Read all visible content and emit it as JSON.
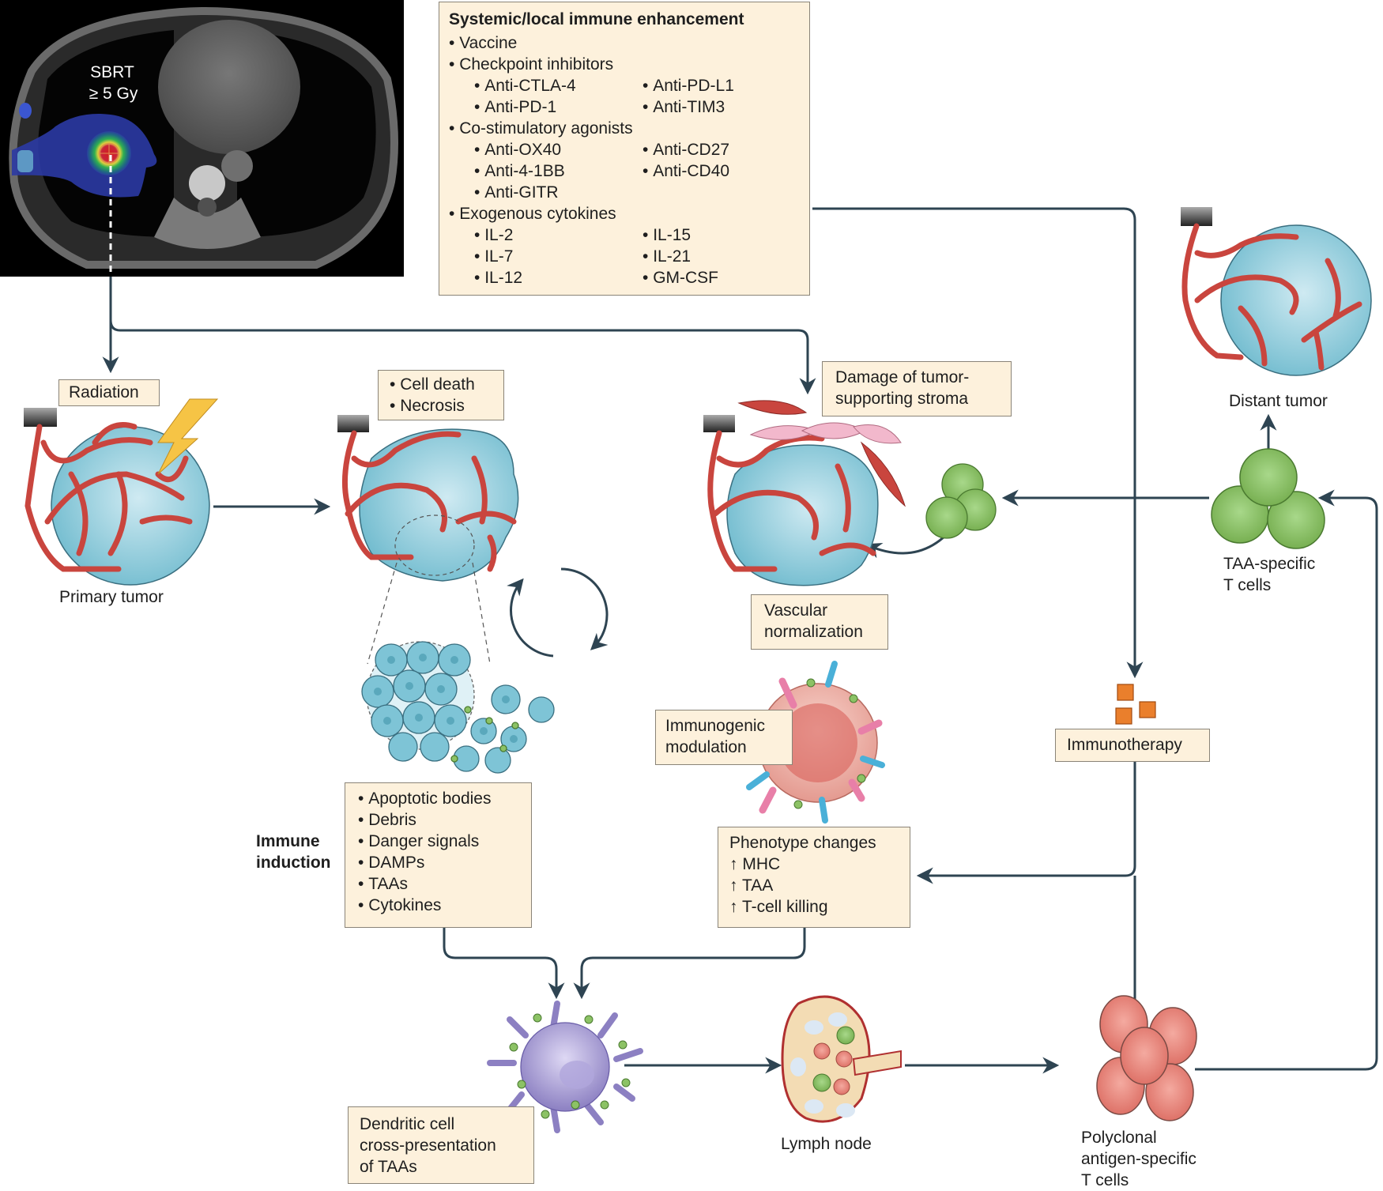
{
  "ct_scan": {
    "label_line1": "SBRT",
    "label_line2": "≥ 5 Gy"
  },
  "enhancement_box": {
    "title": "Systemic/local immune enhancement",
    "items": [
      {
        "label": "Vaccine",
        "sub": []
      },
      {
        "label": "Checkpoint inhibitors",
        "sub": [
          "Anti-CTLA-4",
          "Anti-PD-L1",
          "Anti-PD-1",
          "Anti-TIM3"
        ]
      },
      {
        "label": "Co-stimulatory agonists",
        "sub": [
          "Anti-OX40",
          "Anti-CD27",
          "Anti-4-1BB",
          "Anti-CD40",
          "Anti-GITR"
        ]
      },
      {
        "label": "Exogenous cytokines",
        "sub": [
          "IL-2",
          "IL-15",
          "IL-7",
          "IL-21",
          "IL-12",
          "GM-CSF"
        ]
      }
    ]
  },
  "labels": {
    "radiation": "Radiation",
    "primary_tumor": "Primary tumor",
    "cell_death": [
      "Cell death",
      "Necrosis"
    ],
    "stroma_damage": [
      "Damage of tumor-",
      "supporting stroma"
    ],
    "vascular_normalization": [
      "Vascular",
      "normalization"
    ],
    "distant_tumor": "Distant tumor",
    "taa_t_cells": [
      "TAA-specific",
      "T cells"
    ],
    "immunotherapy": "Immunotherapy",
    "immunogenic_modulation": [
      "Immunogenic",
      "modulation"
    ],
    "phenotype_changes": {
      "title": "Phenotype changes",
      "items": [
        "MHC",
        "TAA",
        "T-cell killing"
      ],
      "arrow_glyph": "↑"
    },
    "immune_induction": [
      "Immune",
      "induction"
    ],
    "induction_items": [
      "Apoptotic bodies",
      "Debris",
      "Danger signals",
      "DAMPs",
      "TAAs",
      "Cytokines"
    ],
    "dendritic_cell": [
      "Dendritic cell",
      "cross-presentation",
      "of TAAs"
    ],
    "lymph_node": "Lymph node",
    "polyclonal": [
      "Polyclonal",
      "antigen-specific",
      "T cells"
    ]
  },
  "colors": {
    "arrow": "#2e4452",
    "box_fill": "#fdf1dc",
    "tumor": "#7ec4d6",
    "vessel": "#c9453e",
    "t_cell_green": "#8cc265",
    "t_cell_red": "#e6857c",
    "dendritic": "#9a8fc9",
    "immunotherapy_orange": "#ea7f2c"
  }
}
